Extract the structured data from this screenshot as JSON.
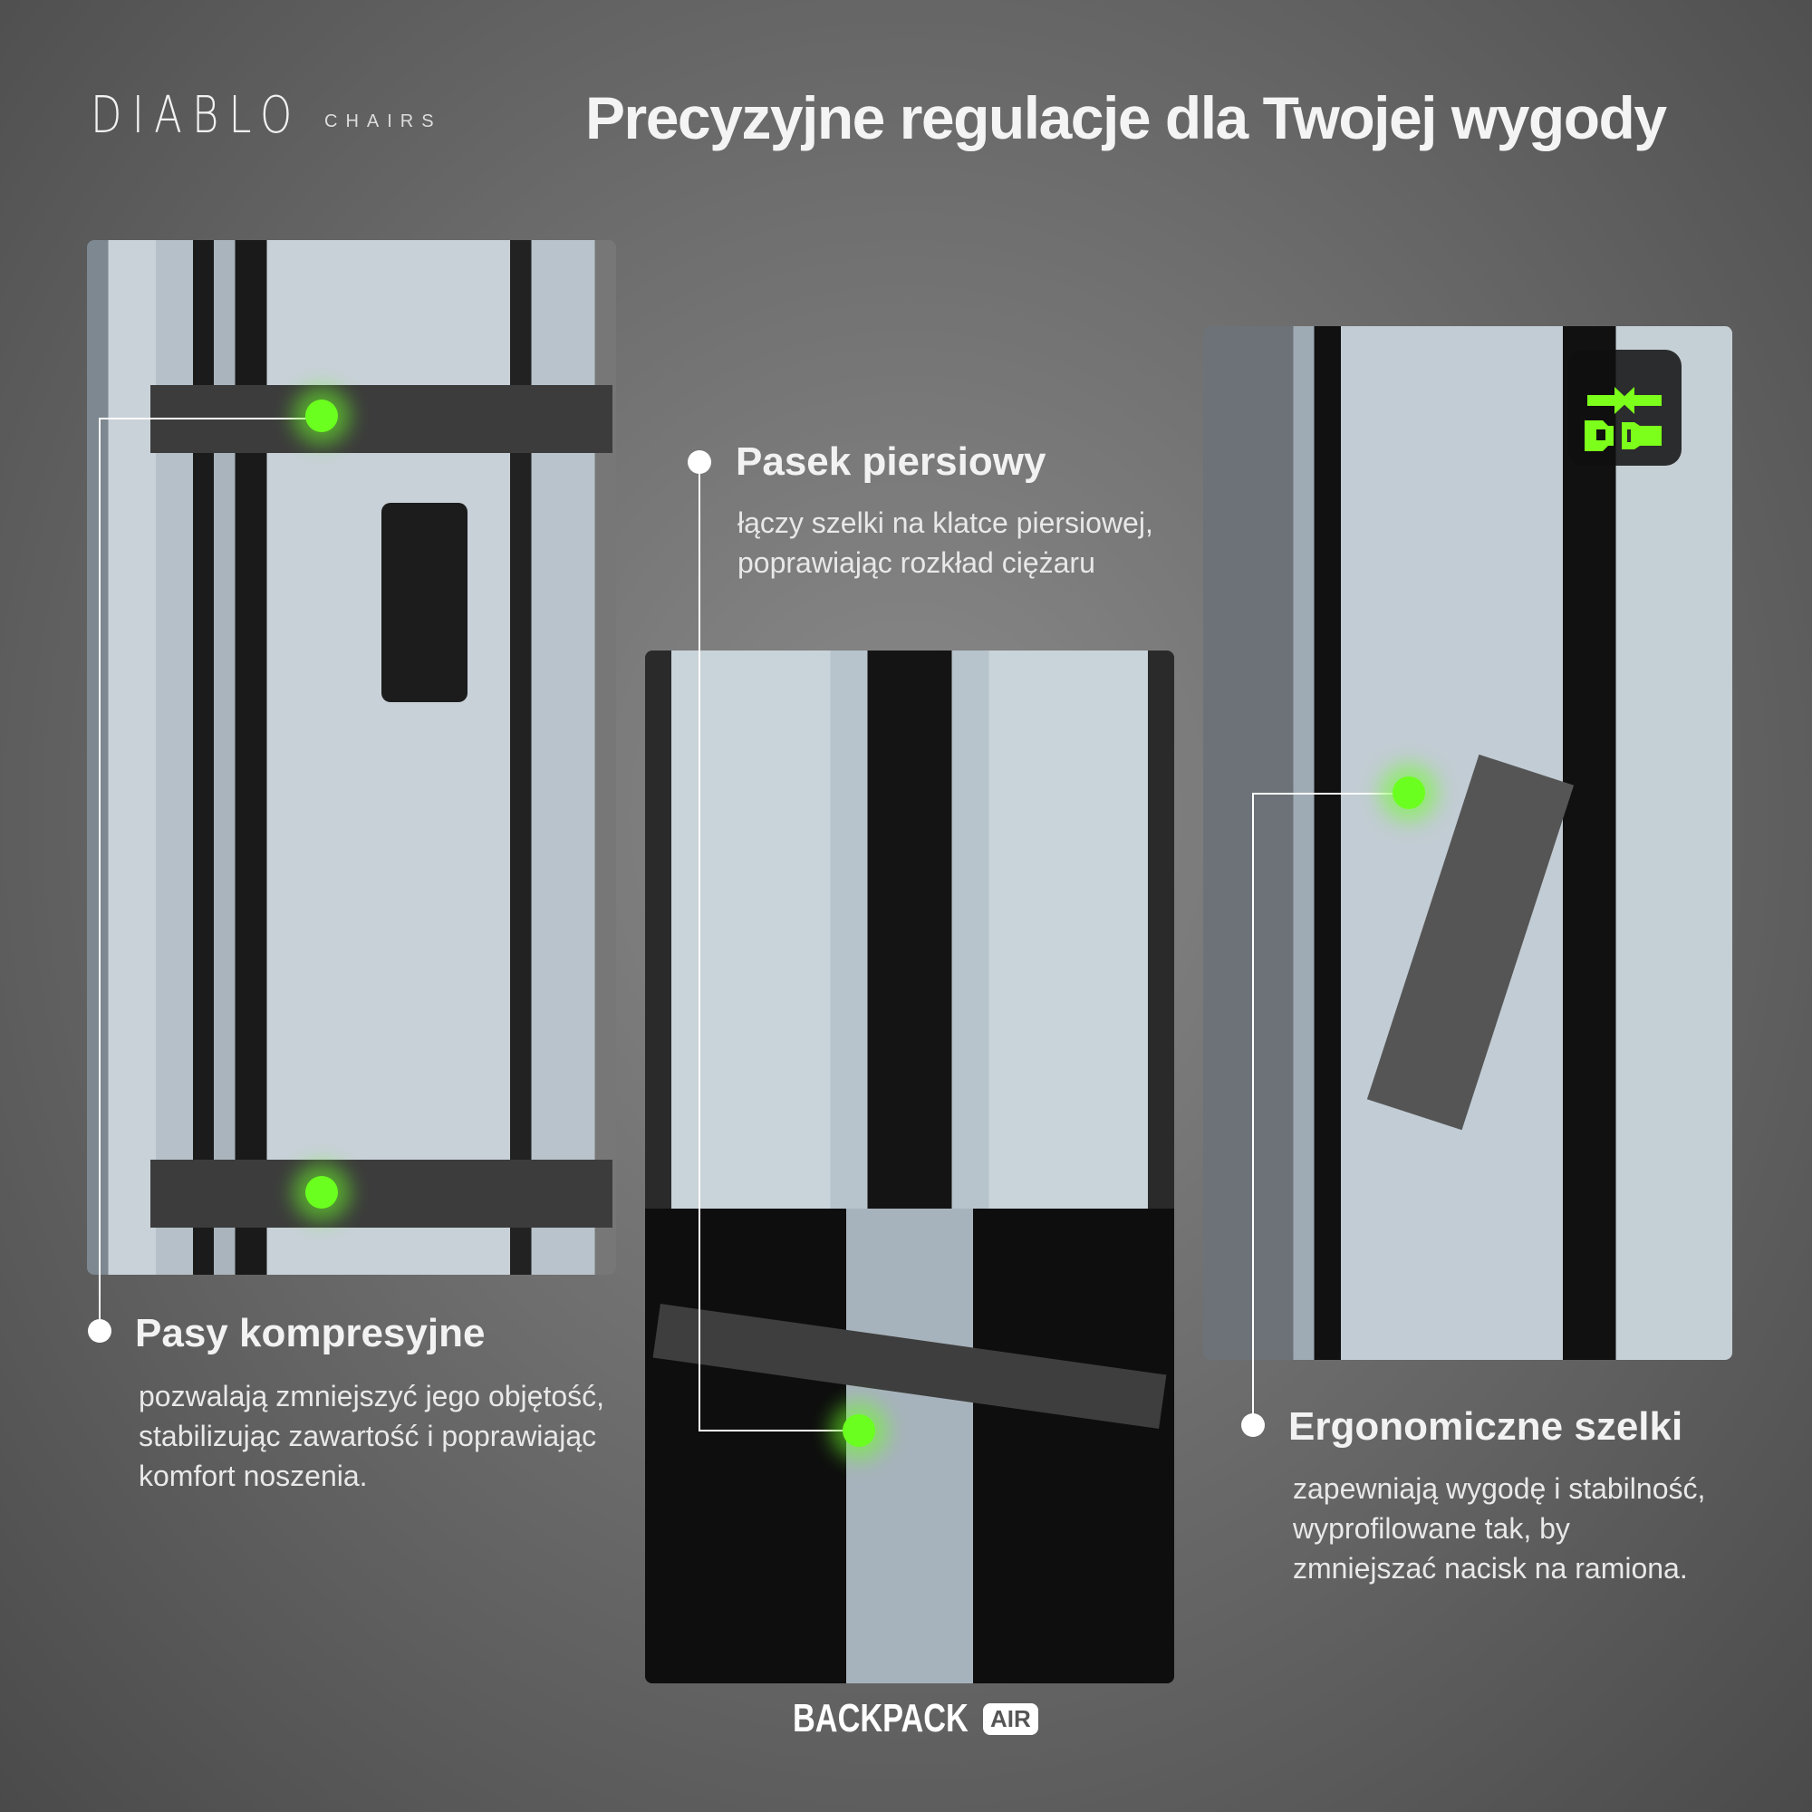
{
  "logo": {
    "main": "DIABLO",
    "sub": "CHAIRS"
  },
  "title": "Precyzyjne regulacje dla Twojej wygody",
  "features": [
    {
      "heading": "Pasek piersiowy",
      "lines": [
        "łączy szelki na klatce piersiowej,",
        "poprawiając rozkład ciężaru"
      ]
    },
    {
      "heading": "Pasy kompresyjne",
      "lines": [
        "pozwalają zmniejszyć jego objętość,",
        "stabilizując zawartość i poprawiając",
        "komfort noszenia."
      ]
    },
    {
      "heading": "Ergonomiczne szelki",
      "lines": [
        "zapewniają wygodę i stabilność,",
        "wyprofilowane tak, by",
        "zmniejszać nacisk na ramiona."
      ]
    }
  ],
  "brand": {
    "name": "BACKPACK",
    "badge": "AIR"
  },
  "icons": {
    "badge": "chest-strap-buckle-icon"
  },
  "colors": {
    "accent": "#6bff1f"
  }
}
